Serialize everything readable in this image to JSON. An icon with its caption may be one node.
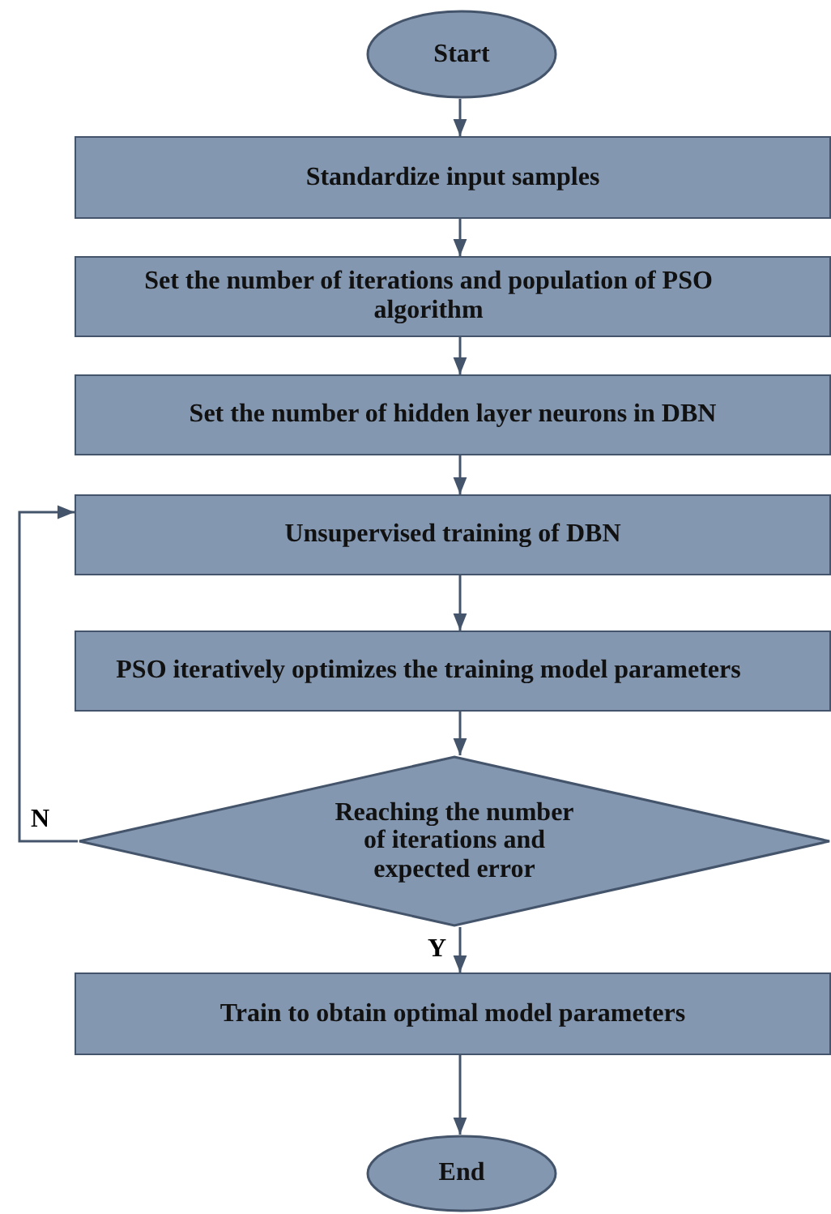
{
  "diagram": {
    "nodes": [
      {
        "text": [
          "Start"
        ]
      },
      {
        "text": [
          "Standardize input samples"
        ]
      },
      {
        "text": [
          "Set the number of iterations and population of PSO algorithm"
        ]
      },
      {
        "text": [
          "Set the number of hidden layer neurons in DBN"
        ]
      },
      {
        "text": [
          "Unsupervised training of DBN"
        ]
      },
      {
        "text": [
          "PSO iteratively optimizes the training model parameters"
        ]
      },
      {
        "text": [
          "Reaching the number of iterations and expected error"
        ]
      },
      {
        "text": [
          "Train to obtain optimal model parameters"
        ]
      },
      {
        "text": [
          "End"
        ]
      }
    ],
    "edges": [
      {
        "from": 0,
        "to": 1,
        "arrow": "to"
      },
      {
        "from": 1,
        "to": 2,
        "arrow": "to"
      },
      {
        "from": 2,
        "to": 3,
        "arrow": "to"
      },
      {
        "from": 3,
        "to": 4,
        "arrow": "to"
      },
      {
        "from": 4,
        "to": 5,
        "arrow": "to"
      },
      {
        "from": 5,
        "to": 6,
        "arrow": "to"
      },
      {
        "from": 6,
        "to": 4,
        "arrow": "to",
        "label": "N"
      },
      {
        "from": 6,
        "to": 7,
        "arrow": "to",
        "label": "Y"
      },
      {
        "from": 7,
        "to": 8,
        "arrow": "to"
      }
    ]
  }
}
